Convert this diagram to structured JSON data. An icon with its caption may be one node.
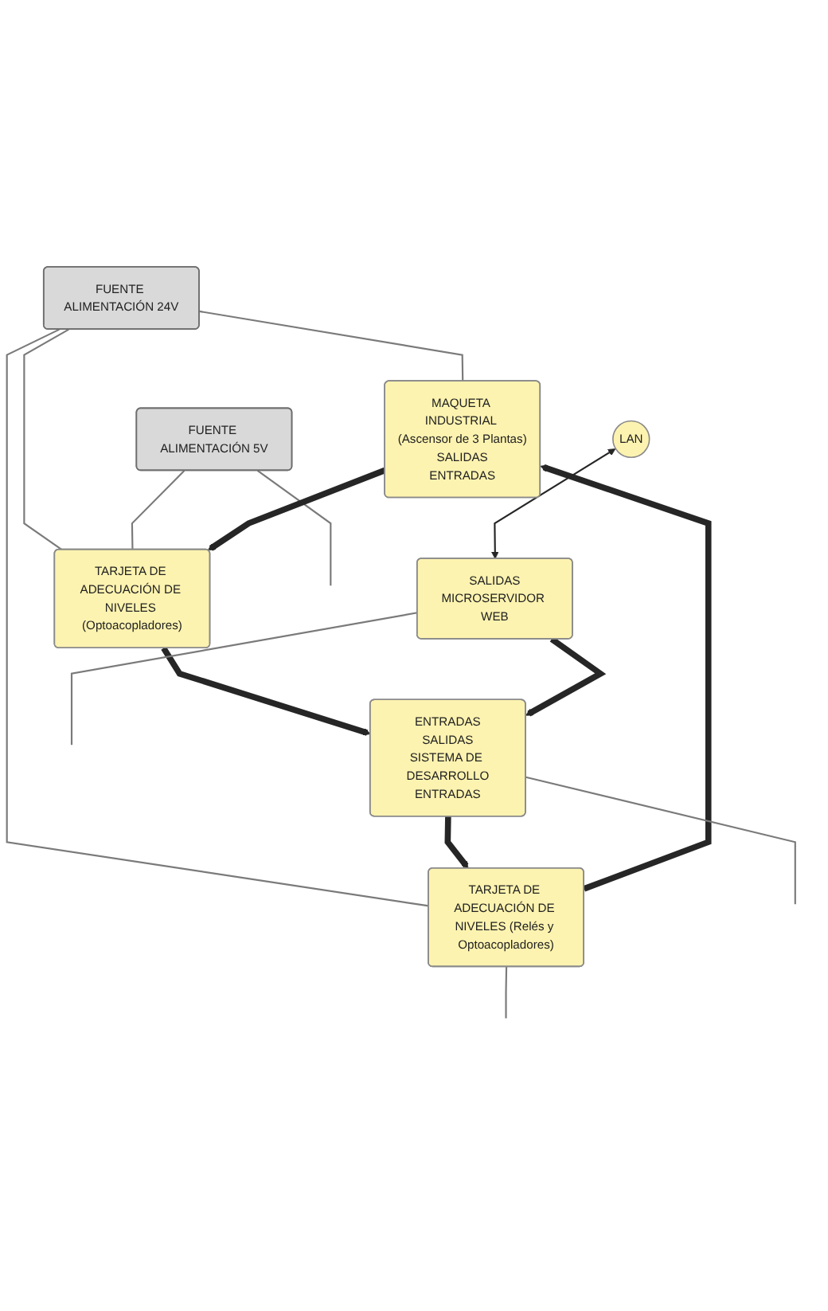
{
  "diagram": {
    "nodes": [
      {
        "text": [
          "FUENTE ALIMENTACIÓN 24V"
        ]
      },
      {
        "text": [
          "FUENTE ALIMENTACIÓN 5V"
        ]
      },
      {
        "text": [
          "MAQUETA INDUSTRIAL (Ascensor de 3 Plantas)",
          "SALIDAS",
          "ENTRADAS"
        ]
      },
      {
        "text": [
          "TARJETA DE ADECUACIÓN DE NIVELES (Optoacopladores)"
        ]
      },
      {
        "text": [
          "TARJETA DE ADECUACIÓN DE NIVELES (Relés y Optoacopladores)"
        ]
      },
      {
        "text": [
          "ENTRADAS",
          "SALIDAS",
          "SISTEMA DE DESARROLLO",
          "ENTRADAS"
        ]
      },
      {
        "text": [
          "LAN"
        ]
      },
      {
        "text": [
          "SALIDAS",
          "MICROSERVIDOR WEB"
        ]
      }
    ],
    "edges": [
      {
        "from": 0,
        "to": 2,
        "arrow": "none"
      },
      {
        "from": 0,
        "to": 3,
        "arrow": "none"
      },
      {
        "from": 1,
        "to": 3,
        "arrow": "none"
      },
      {
        "from": 0,
        "to": 4,
        "arrow": "none"
      },
      {
        "from": 1,
        "to": null,
        "arrow": "none"
      },
      {
        "from": 2,
        "to": 3,
        "arrow": "to",
        "style": "thick",
        "color": "#262626"
      },
      {
        "from": 3,
        "to": 5,
        "arrow": "to",
        "style": "thick",
        "color": "#262626"
      },
      {
        "from": 5,
        "to": 4,
        "arrow": "to",
        "style": "thick",
        "color": "#262626"
      },
      {
        "from": 4,
        "to": 2,
        "arrow": "to",
        "style": "thick",
        "color": "#262626"
      },
      {
        "from": 5,
        "to": null,
        "arrow": "none"
      },
      {
        "from": 4,
        "to": null,
        "arrow": "none"
      },
      {
        "from": 7,
        "to": 5,
        "arrow": "to",
        "style": "thick",
        "color": "#262626"
      },
      {
        "from": 6,
        "to": 7,
        "arrow": "both",
        "color": "#262626"
      },
      {
        "from": 7,
        "to": null,
        "arrow": "none"
      }
    ]
  }
}
